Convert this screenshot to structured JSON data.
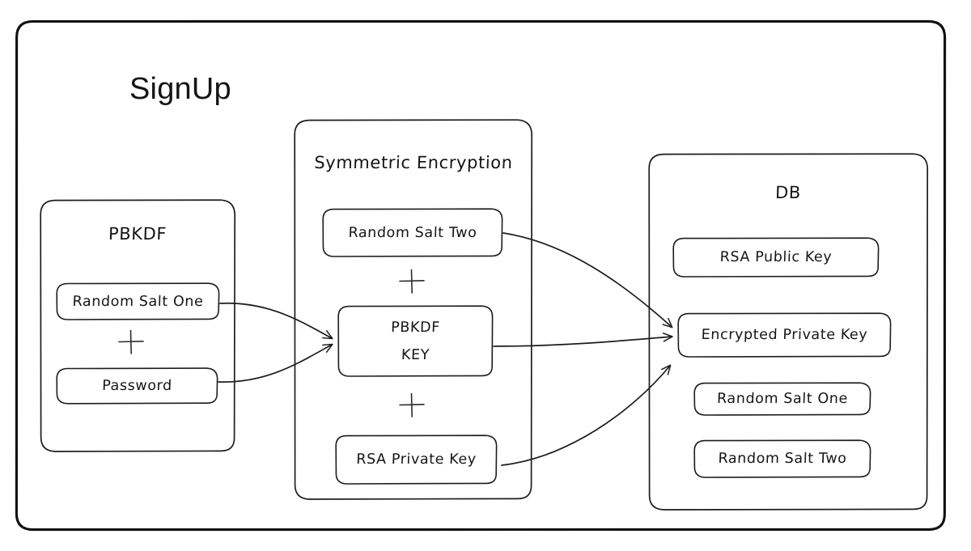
{
  "diagram": {
    "title": "SignUp",
    "frame_color": "#111111",
    "stroke_color": "#1d1d1d",
    "background": "#ffffff",
    "plus_symbol": "+"
  },
  "groups": [
    {
      "id": "pbkdf",
      "title": "PBKDF",
      "nodes": [
        {
          "id": "pbkdf-random-salt-one",
          "label": "Random Salt One"
        },
        {
          "id": "pbkdf-plus",
          "label": "+"
        },
        {
          "id": "pbkdf-password",
          "label": "Password"
        }
      ]
    },
    {
      "id": "symmetric-encryption",
      "title": "Symmetric Encryption",
      "nodes": [
        {
          "id": "sym-random-salt-two",
          "label": "Random Salt Two"
        },
        {
          "id": "sym-plus-top",
          "label": "+"
        },
        {
          "id": "sym-pbkdf-key-line1",
          "label": "PBKDF"
        },
        {
          "id": "sym-pbkdf-key-line2",
          "label": "KEY"
        },
        {
          "id": "sym-plus-bottom",
          "label": "+"
        },
        {
          "id": "sym-rsa-private-key",
          "label": "RSA Private Key"
        }
      ]
    },
    {
      "id": "db",
      "title": "DB",
      "nodes": [
        {
          "id": "db-rsa-public-key",
          "label": "RSA Public Key"
        },
        {
          "id": "db-encrypted-private-key",
          "label": "Encrypted Private Key"
        },
        {
          "id": "db-random-salt-one",
          "label": "Random Salt One"
        },
        {
          "id": "db-random-salt-two",
          "label": "Random Salt Two"
        }
      ]
    }
  ],
  "connections": [
    {
      "id": "arrow-salt-one-to-pbkdf-key",
      "from": "Random Salt One",
      "to": "PBKDF KEY"
    },
    {
      "id": "arrow-password-to-pbkdf-key",
      "from": "Password",
      "to": "PBKDF KEY"
    },
    {
      "id": "arrow-salt-two-to-encrypted-private-key",
      "from": "Random Salt Two",
      "to": "Encrypted Private Key"
    },
    {
      "id": "arrow-pbkdf-key-to-encrypted-private-key",
      "from": "PBKDF KEY",
      "to": "Encrypted Private Key"
    },
    {
      "id": "arrow-rsa-private-key-to-encrypted-private-key",
      "from": "RSA Private Key",
      "to": "Encrypted Private Key"
    }
  ]
}
